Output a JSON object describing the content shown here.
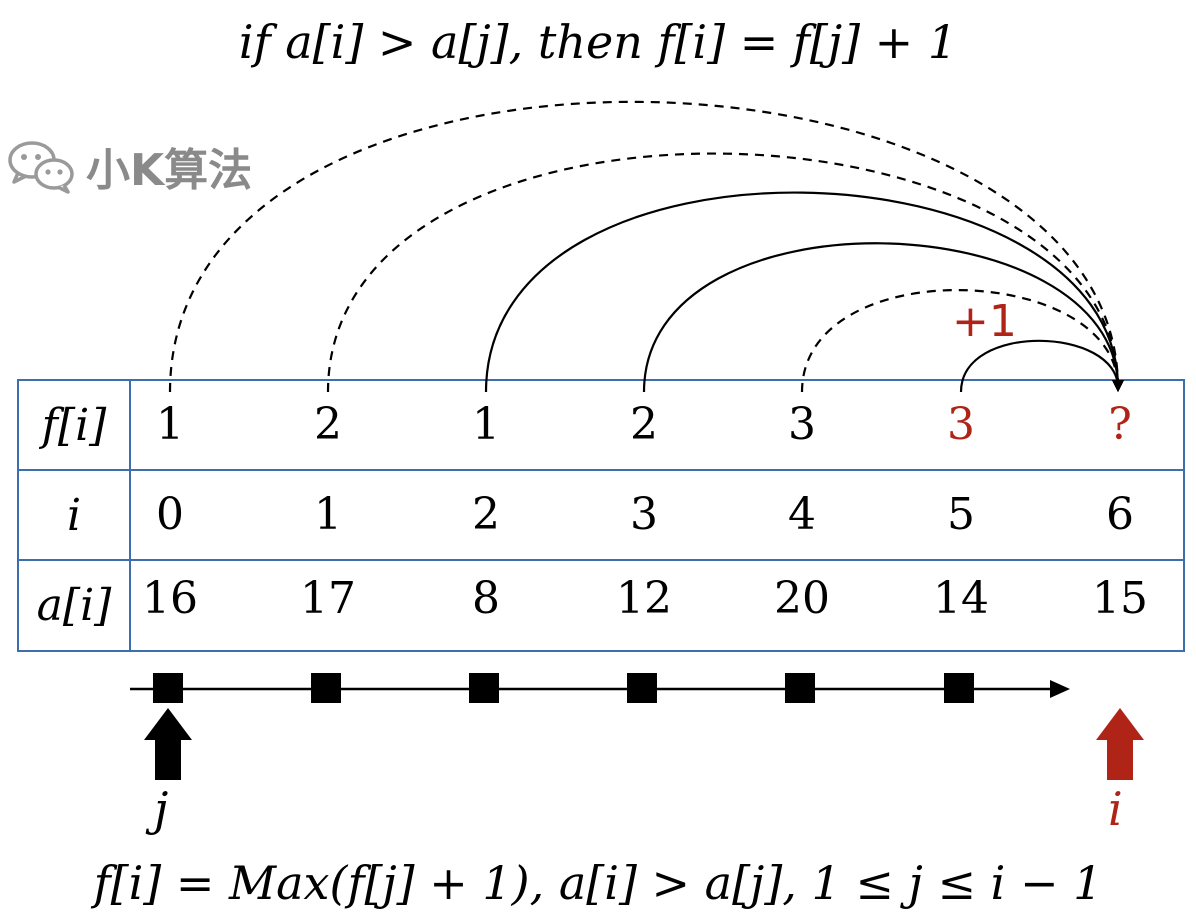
{
  "formula_top": "if  a[i] > a[j], then f[i] = f[j] + 1",
  "watermark": {
    "text": "小K算法",
    "icon": "wechat-icon"
  },
  "row_labels": {
    "f": "f[i]",
    "i": "i",
    "a": "a[i]"
  },
  "columns": [
    {
      "f": "1",
      "i": "0",
      "a": "16",
      "arc": "dashed"
    },
    {
      "f": "2",
      "i": "1",
      "a": "17",
      "arc": "dashed"
    },
    {
      "f": "1",
      "i": "2",
      "a": "8",
      "arc": "solid"
    },
    {
      "f": "2",
      "i": "3",
      "a": "12",
      "arc": "solid"
    },
    {
      "f": "3",
      "i": "4",
      "a": "20",
      "arc": "dashed"
    },
    {
      "f": "3",
      "i": "5",
      "a": "14",
      "arc": "solid",
      "highlight": true
    },
    {
      "f": "?",
      "i": "6",
      "a": "15",
      "highlight": true
    }
  ],
  "plus_one": "+1",
  "pointer_j": {
    "label": "j",
    "color": "#000000"
  },
  "pointer_i": {
    "label": "i",
    "color": "#b02418"
  },
  "formula_bottom": "f[i] = Max(f[j] + 1), a[i] > a[j], 1 ≤ j ≤ i − 1",
  "colors": {
    "accent_red": "#b02418",
    "table_border": "#3e6fad"
  }
}
